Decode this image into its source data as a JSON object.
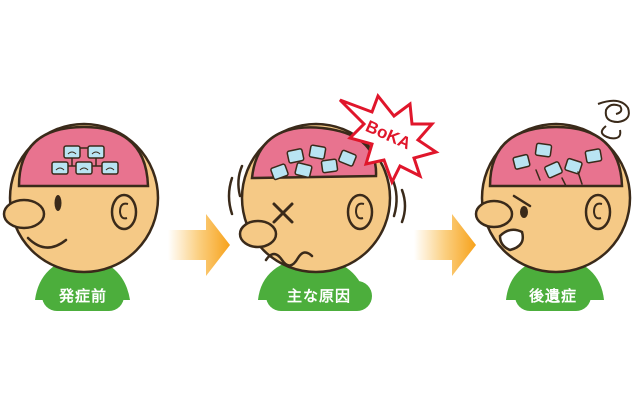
{
  "labels": {
    "before": "発症前",
    "cause": "主な原因",
    "after": "後遺症"
  },
  "impact_text": "BoKA",
  "colors": {
    "skin": "#f5c986",
    "skin_outline": "#3a2a1a",
    "brain": "#e8738f",
    "brain_cell": "#b9e4f2",
    "label_green": "#4cae3c",
    "arrow_orange": "#f7a21b",
    "impact_red": "#e0162b"
  },
  "icons": [
    "arrow-right-icon",
    "dizzy-spiral-icon",
    "impact-burst-icon"
  ]
}
